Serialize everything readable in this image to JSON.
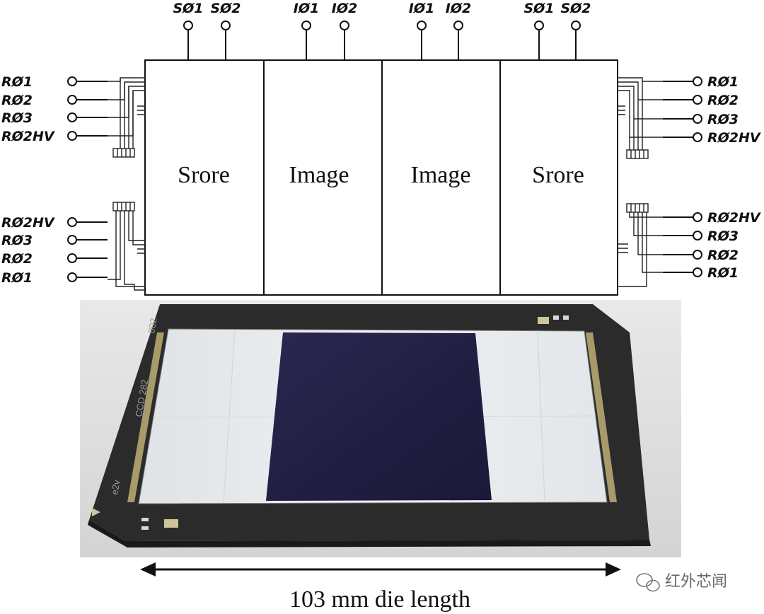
{
  "diagram": {
    "top_pins": [
      "SØ1",
      "SØ2",
      "IØ1",
      "IØ2",
      "IØ1",
      "IØ2",
      "SØ1",
      "SØ2"
    ],
    "left_pins_upper": [
      "RØ1",
      "RØ2",
      "RØ3",
      "RØ2HV"
    ],
    "left_pins_lower": [
      "RØ2HV",
      "RØ3",
      "RØ2",
      "RØ1"
    ],
    "right_pins_upper": [
      "RØ1",
      "RØ2",
      "RØ3",
      "RØ2HV"
    ],
    "right_pins_lower": [
      "RØ2HV",
      "RØ3",
      "RØ2",
      "RØ1"
    ],
    "regions": [
      "Srore",
      "Image",
      "Image",
      "Srore"
    ]
  },
  "photo": {
    "chip_model": "CCD 282",
    "manufacturer": "e2v",
    "device_id": "002"
  },
  "dimension": {
    "label": "103 mm die length"
  },
  "watermark": {
    "text": "红外芯闻"
  }
}
